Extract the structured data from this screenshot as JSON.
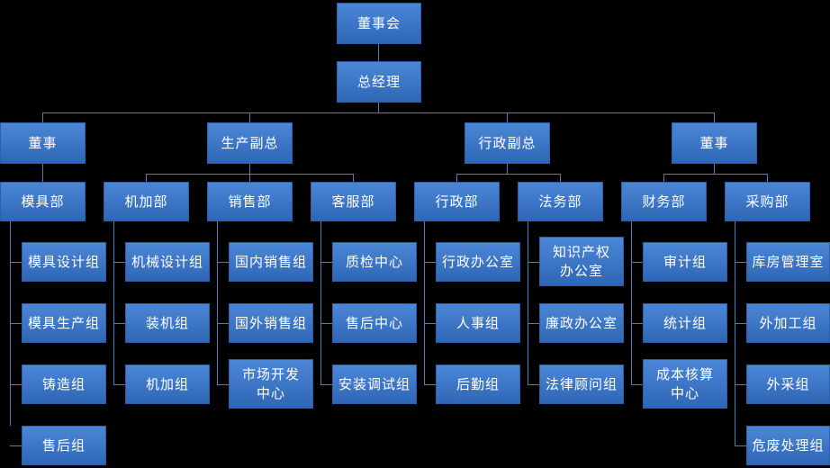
{
  "chart_title": "",
  "colors": {
    "background": "#000000",
    "node_fill_top": "#4b87d6",
    "node_fill_bottom": "#2f66b6",
    "node_border": "#2d5fa6",
    "connector": "#4a7fc0",
    "text": "#ffffff"
  },
  "nodes": {
    "board": "董事会",
    "general_manager": "总经理",
    "director_left": "董事",
    "vp_production": "生产副总",
    "vp_administration": "行政副总",
    "director_right": "董事",
    "dept_mold": "模具部",
    "dept_machining": "机加部",
    "dept_sales": "销售部",
    "dept_customer_service": "客服部",
    "dept_administration": "行政部",
    "dept_legal": "法务部",
    "dept_finance": "财务部",
    "dept_purchasing": "采购部",
    "mold_design": "模具设计组",
    "mold_production": "模具生产组",
    "casting": "铸造组",
    "after_sales_group": "售后组",
    "mechanical_design": "机械设计组",
    "assembly": "装机组",
    "machining_group": "机加组",
    "domestic_sales": "国内销售组",
    "overseas_sales": "国外销售组",
    "market_development_center": "市场开发\n中心",
    "quality_center": "质检中心",
    "after_sales_center": "售后中心",
    "installation_debug": "安装调试组",
    "admin_office": "行政办公室",
    "hr_group": "人事组",
    "logistics_group": "后勤组",
    "ip_office": "知识产权\n办公室",
    "integrity_office": "廉政办公室",
    "legal_counsel": "法律顾问组",
    "audit_group": "审计组",
    "statistics_group": "统计组",
    "cost_accounting_center": "成本核算\n中心",
    "warehouse_office": "库房管理室",
    "outsourced_processing": "外加工组",
    "external_purchasing": "外采组",
    "hazardous_waste": "危废处理组"
  },
  "chart_data": {
    "type": "diagram",
    "diagram_type": "organization-chart",
    "levels": 5,
    "tree": {
      "label": "董事会",
      "children": [
        {
          "label": "总经理",
          "children": [
            {
              "label": "董事",
              "children": [
                {
                  "label": "模具部",
                  "children": [
                    {
                      "label": "模具设计组"
                    },
                    {
                      "label": "模具生产组"
                    },
                    {
                      "label": "铸造组"
                    },
                    {
                      "label": "售后组"
                    }
                  ]
                }
              ]
            },
            {
              "label": "生产副总",
              "children": [
                {
                  "label": "机加部",
                  "children": [
                    {
                      "label": "机械设计组"
                    },
                    {
                      "label": "装机组"
                    },
                    {
                      "label": "机加组"
                    }
                  ]
                },
                {
                  "label": "销售部",
                  "children": [
                    {
                      "label": "国内销售组"
                    },
                    {
                      "label": "国外销售组"
                    },
                    {
                      "label": "市场开发中心"
                    }
                  ]
                },
                {
                  "label": "客服部",
                  "children": [
                    {
                      "label": "质检中心"
                    },
                    {
                      "label": "售后中心"
                    },
                    {
                      "label": "安装调试组"
                    }
                  ]
                }
              ]
            },
            {
              "label": "行政副总",
              "children": [
                {
                  "label": "行政部",
                  "children": [
                    {
                      "label": "行政办公室"
                    },
                    {
                      "label": "人事组"
                    },
                    {
                      "label": "后勤组"
                    }
                  ]
                },
                {
                  "label": "法务部",
                  "children": [
                    {
                      "label": "知识产权办公室"
                    },
                    {
                      "label": "廉政办公室"
                    },
                    {
                      "label": "法律顾问组"
                    }
                  ]
                }
              ]
            },
            {
              "label": "董事",
              "children": [
                {
                  "label": "财务部",
                  "children": [
                    {
                      "label": "审计组"
                    },
                    {
                      "label": "统计组"
                    },
                    {
                      "label": "成本核算中心"
                    }
                  ]
                },
                {
                  "label": "采购部",
                  "children": [
                    {
                      "label": "库房管理室"
                    },
                    {
                      "label": "外加工组"
                    },
                    {
                      "label": "外采组"
                    },
                    {
                      "label": "危废处理组"
                    }
                  ]
                }
              ]
            }
          ]
        }
      ]
    }
  }
}
